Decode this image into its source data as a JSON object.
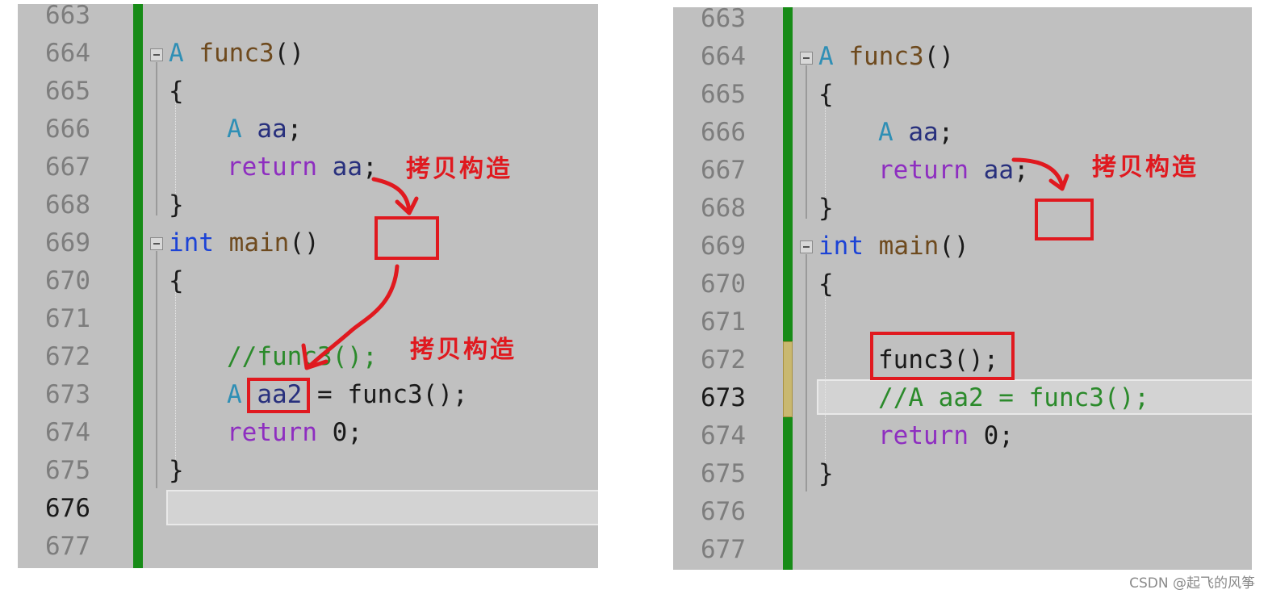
{
  "left_editor": {
    "line_numbers": [
      "663",
      "664",
      "665",
      "666",
      "667",
      "668",
      "669",
      "670",
      "671",
      "672",
      "673",
      "674",
      "675",
      "676",
      "677"
    ],
    "current_line": "676",
    "code": {
      "l664_type": "A",
      "l664_fn": "func3",
      "l664_paren": "()",
      "l665": "{",
      "l666_type": "A",
      "l666_var": "aa",
      "l666_semi": ";",
      "l667_kw": "return",
      "l667_var": "aa",
      "l667_semi": ";",
      "l668": "}",
      "l669_kw": "int",
      "l669_fn": "main",
      "l669_paren": "()",
      "l670": "{",
      "l672_comment": "//func3();",
      "l673_type": "A",
      "l673_var": "aa2",
      "l673_eq": " = ",
      "l673_fn": "func3",
      "l673_rest": "();",
      "l674_kw": "return",
      "l674_num": "0",
      "l674_semi": ";",
      "l675": "}"
    },
    "annotations": [
      "拷贝构造",
      "拷贝构造"
    ]
  },
  "right_editor": {
    "line_numbers": [
      "663",
      "664",
      "665",
      "666",
      "667",
      "668",
      "669",
      "670",
      "671",
      "672",
      "673",
      "674",
      "675",
      "676",
      "677"
    ],
    "current_line": "673",
    "code": {
      "l664_type": "A",
      "l664_fn": "func3",
      "l664_paren": "()",
      "l665": "{",
      "l666_type": "A",
      "l666_var": "aa",
      "l666_semi": ";",
      "l667_kw": "return",
      "l667_var": "aa",
      "l667_semi": ";",
      "l668": "}",
      "l669_kw": "int",
      "l669_fn": "main",
      "l669_paren": "()",
      "l670": "{",
      "l672_code": "func3();",
      "l673_comment": "//A aa2 = func3();",
      "l674_kw": "return",
      "l674_num": "0",
      "l674_semi": ";",
      "l675": "}"
    },
    "annotations": [
      "拷贝构造"
    ]
  },
  "colors": {
    "background": "#c0c0c0",
    "change_bar": "#178b17",
    "annotation_red": "#e0191f",
    "type_keyword": "#2f8fb5",
    "int_keyword": "#1c43d6",
    "return_keyword": "#8e2ec0",
    "comment": "#2b8a2b"
  },
  "watermark": "CSDN @起飞的风筝"
}
